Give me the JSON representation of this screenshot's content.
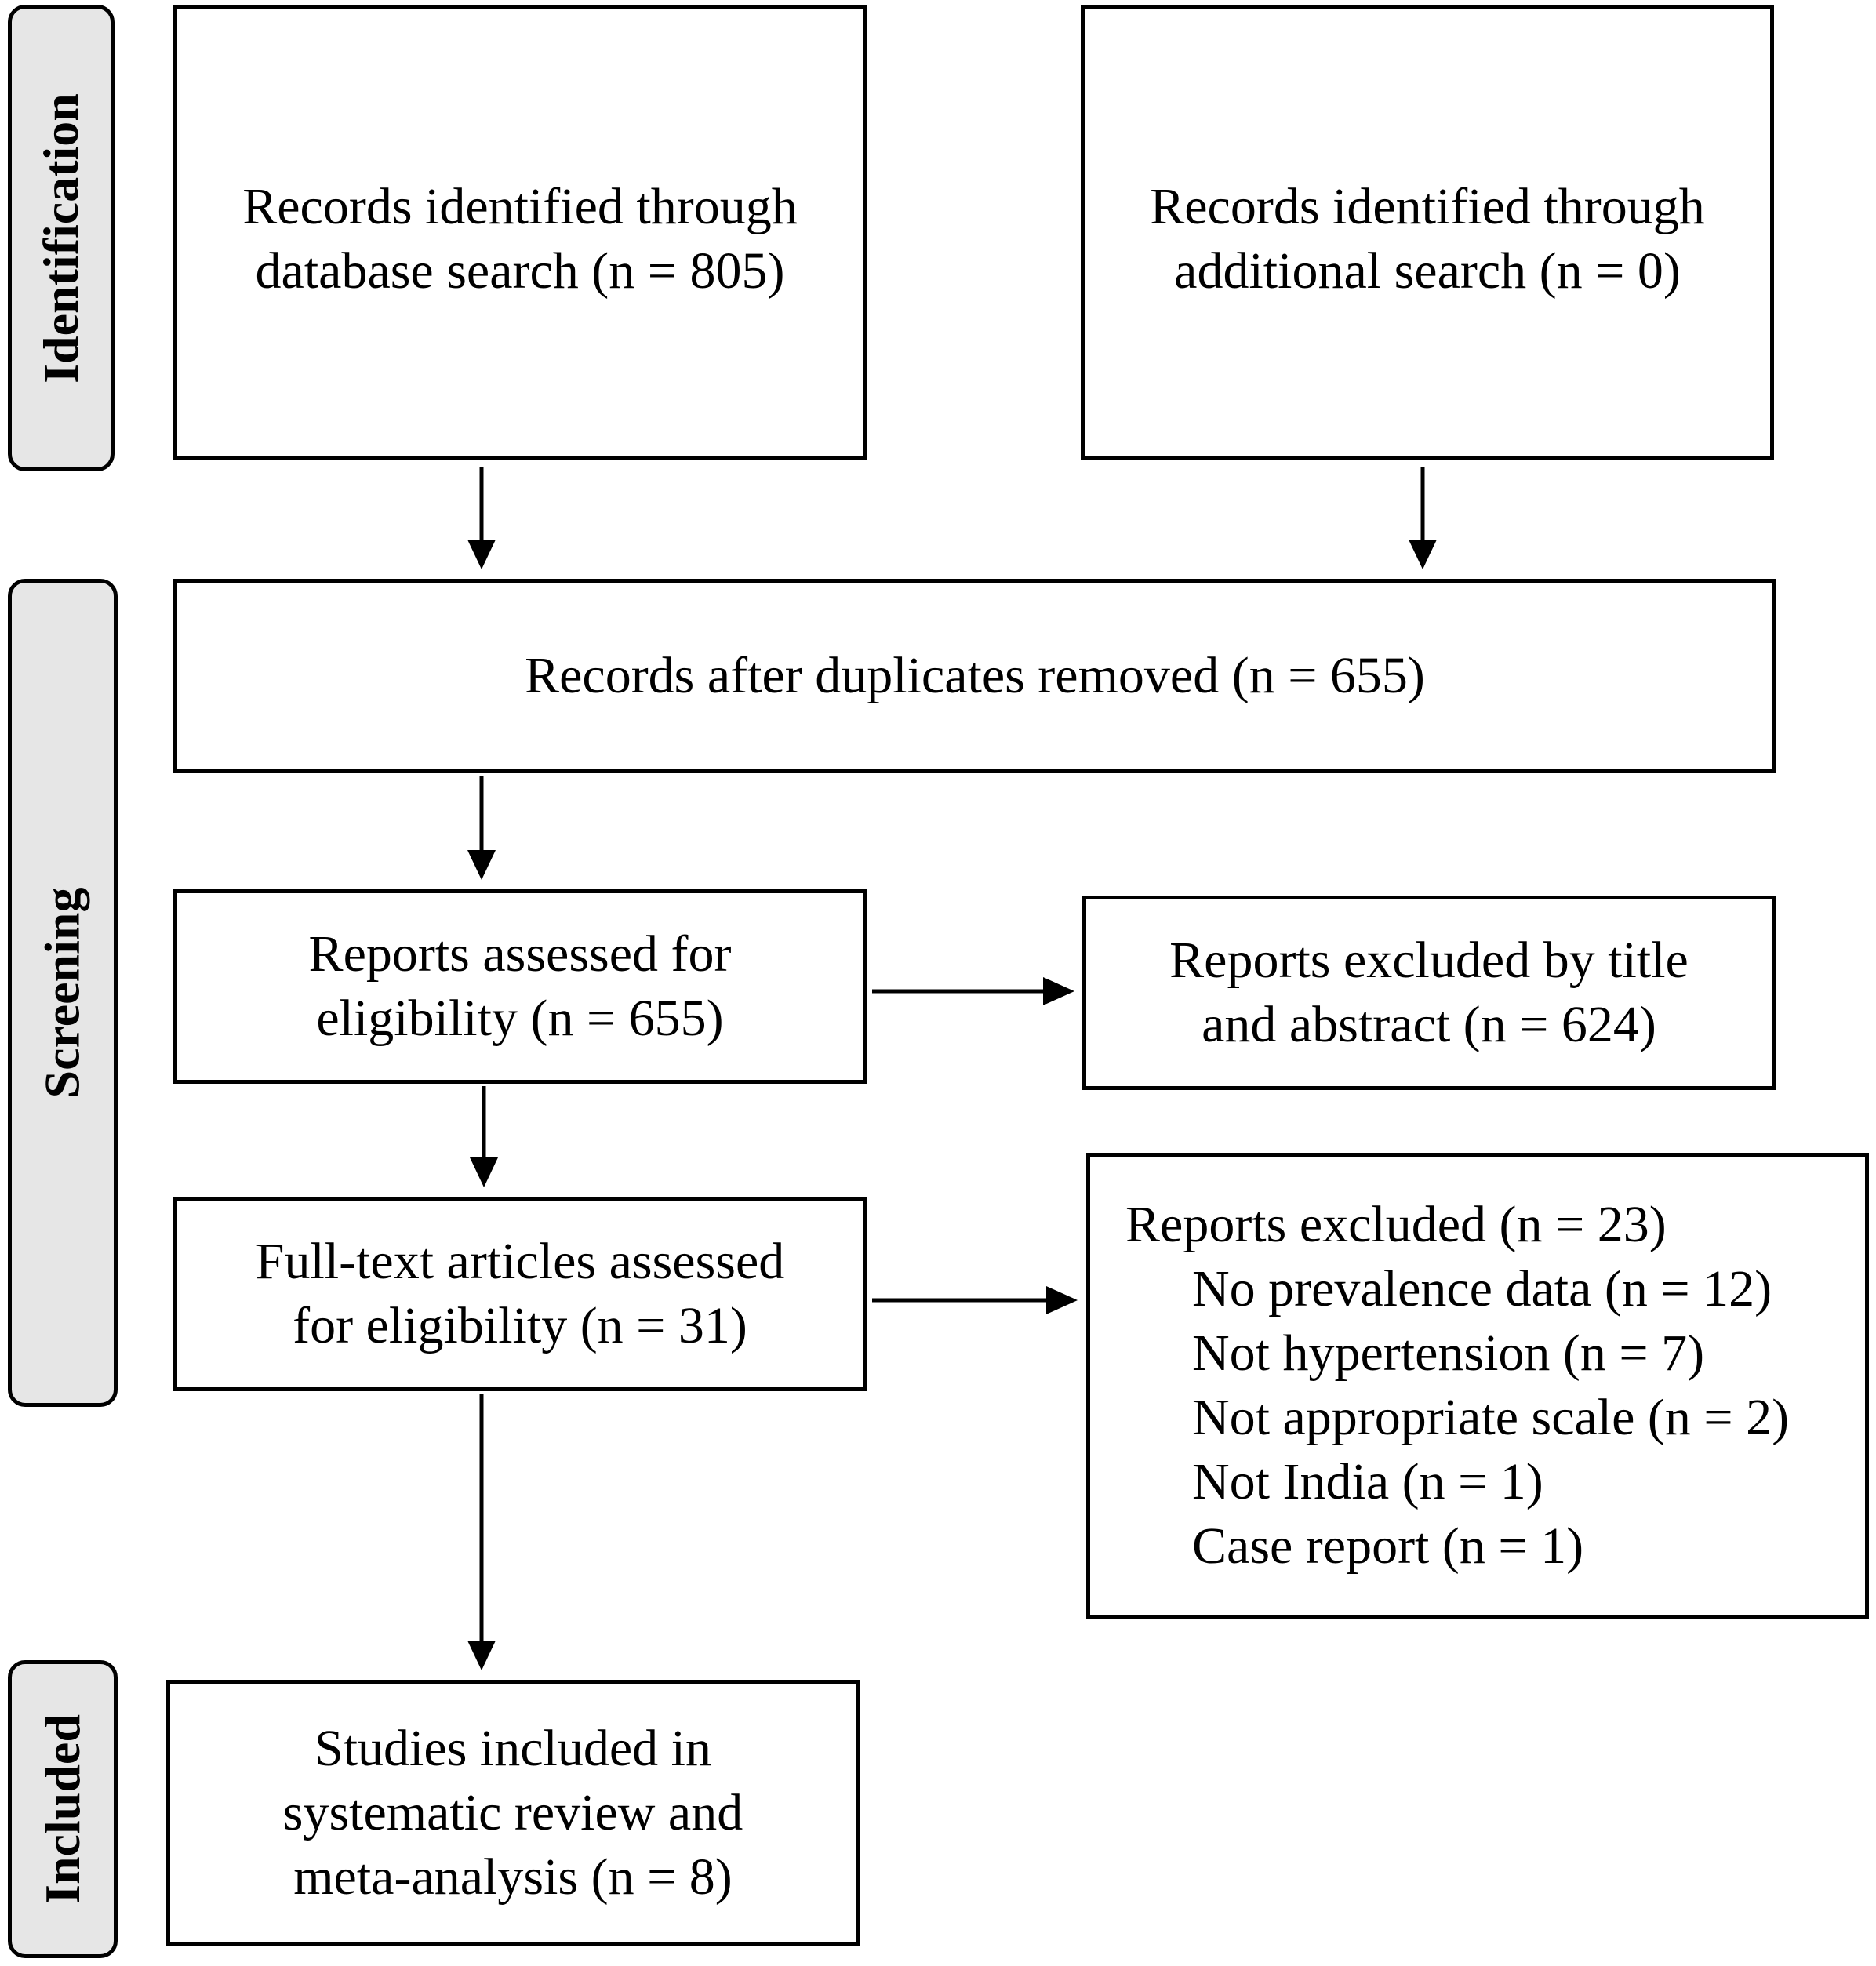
{
  "phases": {
    "identification": "Identification",
    "screening": "Screening",
    "included": "Included"
  },
  "boxes": {
    "database_search": [
      "Records identified through",
      "database search (n = 805)"
    ],
    "additional_search": [
      "Records identified through",
      "additional search (n = 0)"
    ],
    "duplicates_removed": [
      "Records after duplicates removed (n = 655)"
    ],
    "reports_assessed": [
      "Reports assessed for",
      "eligibility (n = 655)"
    ],
    "excluded_title_abstract": [
      "Reports excluded by title",
      "and abstract (n = 624)"
    ],
    "fulltext_assessed": [
      "Full-text articles assessed",
      "for eligibility (n = 31)"
    ],
    "studies_included": [
      "Studies included in",
      "systematic review and",
      "meta-analysis (n = 8)"
    ]
  },
  "reports_excluded": {
    "heading": "Reports excluded (n = 23)",
    "reasons": [
      "No prevalence data (n = 12)",
      "Not hypertension (n = 7)",
      "Not appropriate scale (n = 2)",
      "Not India (n = 1)",
      "Case report (n = 1)"
    ]
  }
}
